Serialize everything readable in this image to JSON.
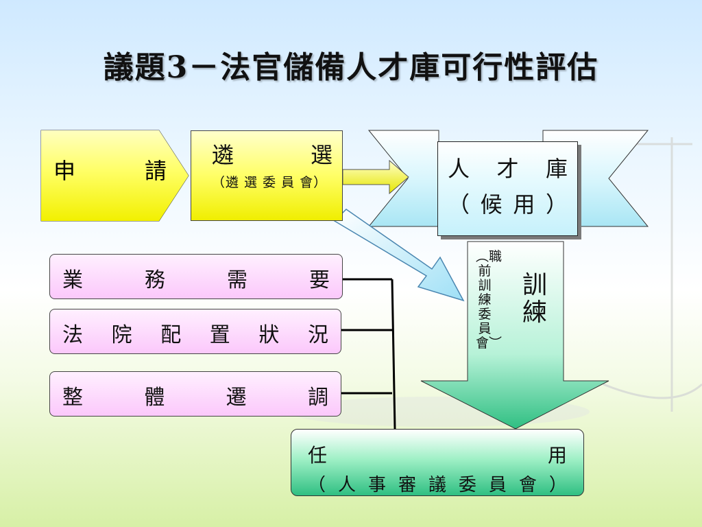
{
  "title": "議題3－法官儲備人才庫可行性評估",
  "apply": {
    "chars": [
      "申",
      "請"
    ]
  },
  "selection": {
    "chars": [
      "遴",
      "選"
    ],
    "subtitle": "（遴 選 委 員 會）"
  },
  "talent_pool": {
    "line1": [
      "人",
      "才",
      "庫"
    ],
    "line2": [
      "（",
      "候",
      "用",
      "）"
    ]
  },
  "factors": [
    {
      "chars": [
        "業",
        "務",
        "需",
        "要"
      ]
    },
    {
      "chars": [
        "法",
        "院",
        "配",
        "置",
        "狀",
        "況"
      ]
    },
    {
      "chars": [
        "整",
        "體",
        "遷",
        "調"
      ]
    }
  ],
  "training": {
    "committee": "︵職前訓練委員會︶",
    "label": "訓練"
  },
  "appointment": {
    "line1": [
      "任",
      "用"
    ],
    "line2": [
      "（",
      "人",
      "事",
      "審",
      "議",
      "委",
      "員",
      "會",
      "）"
    ]
  },
  "colors": {
    "yellow": "#ffff66",
    "cyan_banner": "#bff0fa",
    "pink": "#fbc8fb",
    "green": "#2fbf82"
  }
}
